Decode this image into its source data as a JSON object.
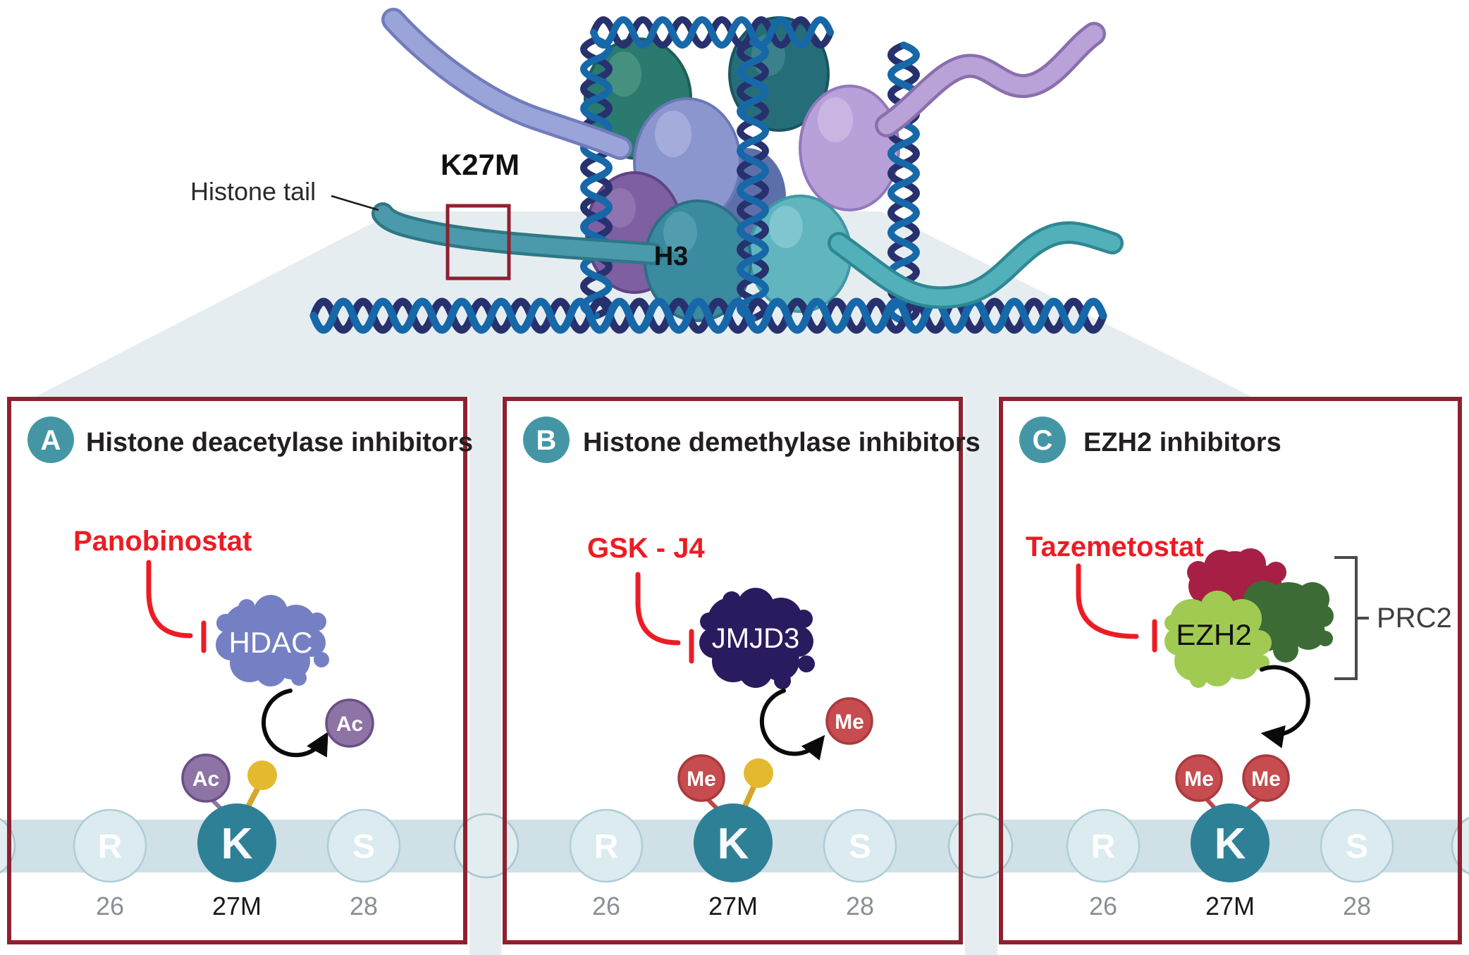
{
  "figure": {
    "histone_tail_label": "Histone tail",
    "mutation_label": "K27M",
    "h3_label": "H3",
    "prc2_label": "PRC2"
  },
  "panels": [
    {
      "badge": "A",
      "title": "Histone deacetylase inhibitors",
      "drug": "Panobinostat",
      "enzyme": "HDAC",
      "attached_mark": "Ac",
      "released_mark": "Ac",
      "residues": [
        {
          "letter": "R",
          "number": "26"
        },
        {
          "letter": "K",
          "number": "27M"
        },
        {
          "letter": "S",
          "number": "28"
        }
      ]
    },
    {
      "badge": "B",
      "title": "Histone demethylase inhibitors",
      "drug": "GSK - J4",
      "enzyme": "JMJD3",
      "attached_mark": "Me",
      "released_mark": "Me",
      "residues": [
        {
          "letter": "R",
          "number": "26"
        },
        {
          "letter": "K",
          "number": "27M"
        },
        {
          "letter": "S",
          "number": "28"
        }
      ]
    },
    {
      "badge": "C",
      "title": "EZH2 inhibitors",
      "drug": "Tazemetostat",
      "enzyme": "EZH2",
      "attached_marks": [
        "Me",
        "Me"
      ],
      "residues": [
        {
          "letter": "R",
          "number": "26"
        },
        {
          "letter": "K",
          "number": "27M"
        },
        {
          "letter": "S",
          "number": "28"
        }
      ]
    }
  ],
  "colors": {
    "badge_teal": "#4596a5",
    "panel_border": "#8e2130",
    "drug_red": "#ec1c24",
    "band": "#cfe0e6",
    "residue_circle": "#dcebef",
    "spacer_circle": "#e2edf0",
    "k_circle": "#2e8096",
    "acetyl_purple": "#8d74a5",
    "methyl_red": "#c64c4f",
    "lollipop_yellow": "#e5b92f",
    "hdac_blob": "#7480c3",
    "jmjd3_blob": "#2a1a5e",
    "ezh2_green": "#a0ca52",
    "prc2_dark_green": "#3c6b35",
    "prc2_maroon": "#a81f45",
    "funnel_gray": "#e6edf0",
    "dna_navy": "#27316e",
    "dna_blue": "#1668a8"
  }
}
